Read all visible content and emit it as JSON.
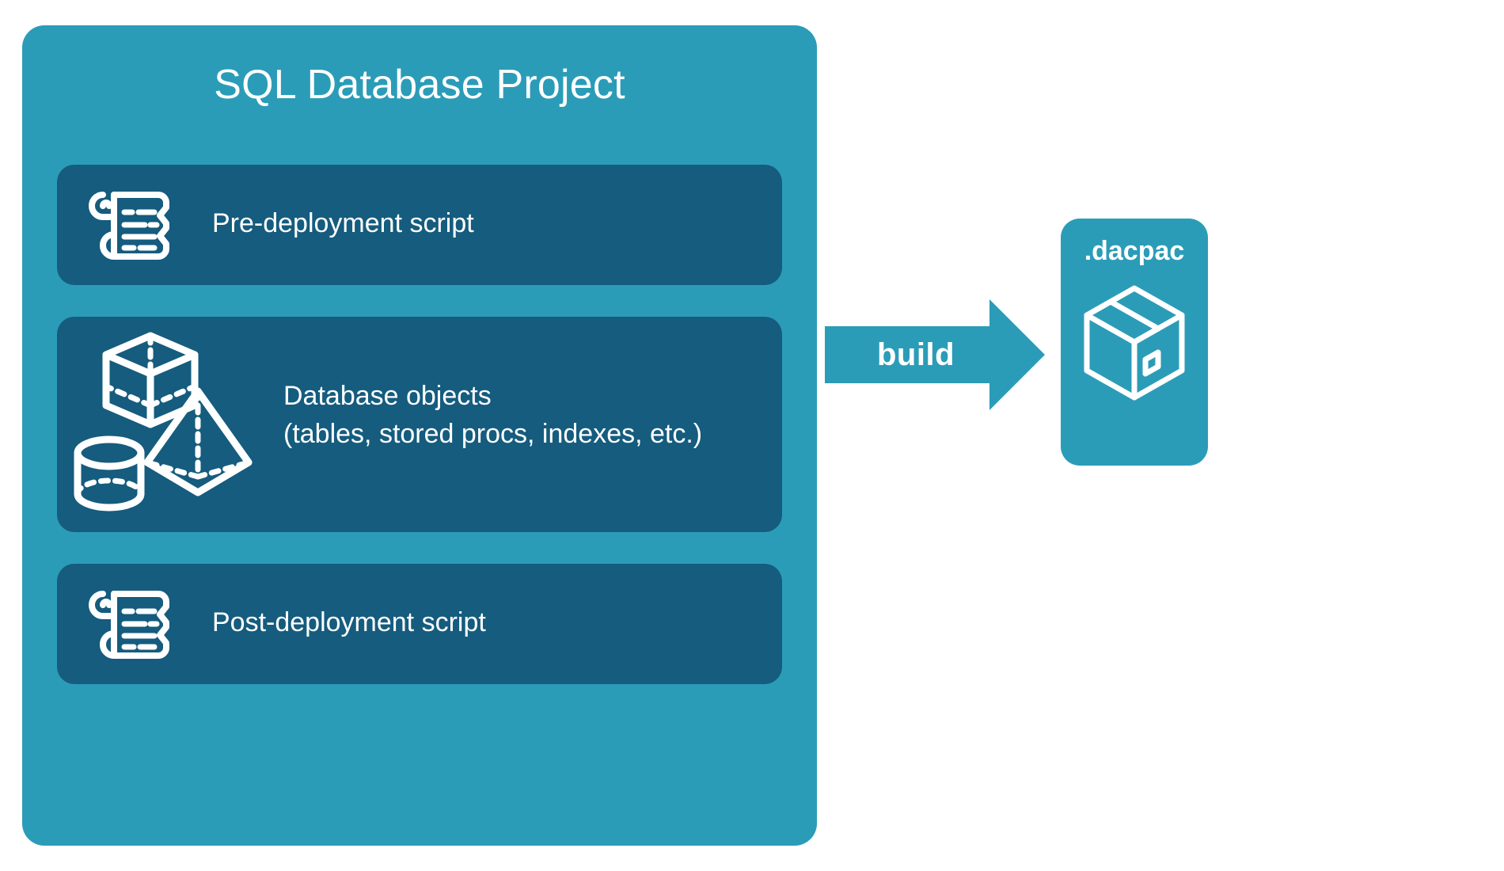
{
  "diagram": {
    "title": "SQL Database Project",
    "colors": {
      "outer_card": "#2b9cb8",
      "inner_card": "#155c7e",
      "arrow": "#2b9cb8",
      "text": "#ffffff",
      "background": "#ffffff"
    },
    "project_card": {
      "title": "SQL Database Project",
      "items": [
        {
          "id": "pre-deployment",
          "label": "Pre-deployment script",
          "icon": "scroll-script-icon"
        },
        {
          "id": "database-objects",
          "label_line1": "Database objects",
          "label_line2": "(tables, stored procs, indexes, etc.)",
          "icons": [
            "cube-icon",
            "pyramid-icon",
            "cylinder-icon"
          ]
        },
        {
          "id": "post-deployment",
          "label": "Post-deployment script",
          "icon": "scroll-script-icon"
        }
      ]
    },
    "arrow": {
      "label": "build",
      "direction": "right",
      "icon": "arrow-right-icon"
    },
    "output_card": {
      "title": ".dacpac",
      "icon": "package-box-icon"
    }
  }
}
